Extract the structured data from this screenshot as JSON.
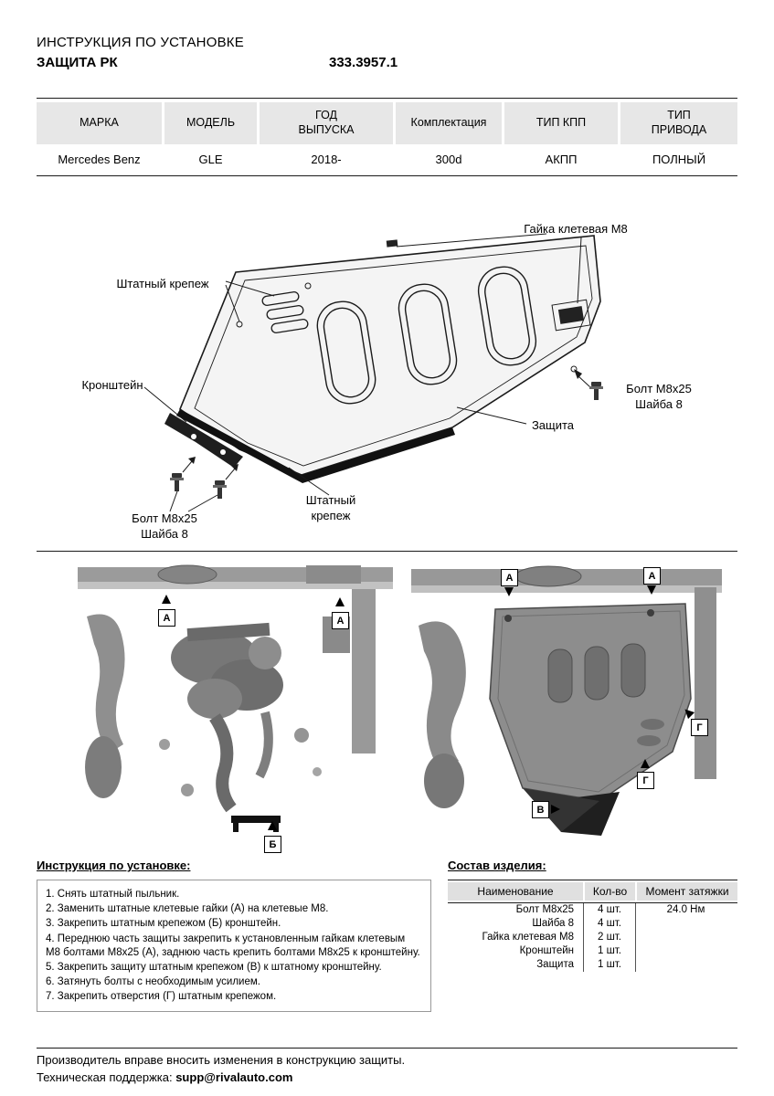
{
  "header": {
    "title": "ИНСТРУКЦИЯ ПО УСТАНОВКЕ",
    "subtitle": "ЗАЩИТА РК",
    "part_number": "333.3957.1"
  },
  "spec": {
    "headers": [
      "МАРКА",
      "МОДЕЛЬ",
      "ГОД\nВЫПУСКА",
      "Комплектация",
      "ТИП КПП",
      "ТИП\nПРИВОДА"
    ],
    "values": [
      "Mercedes Benz",
      "GLE",
      "2018-",
      "300d",
      "АКПП",
      "ПОЛНЫЙ"
    ]
  },
  "diagram": {
    "labels": {
      "cage_nut": "Гайка клетевая М8",
      "factory_mount_top": "Штатный крепеж",
      "bracket": "Кронштейн",
      "bolt_right": "Болт М8х25\nШайба 8",
      "shield": "Защита",
      "factory_mount_bottom": "Штатный\nкрепеж",
      "bolt_left": "Болт М8х25\nШайба 8"
    }
  },
  "photos": {
    "marker_letters": {
      "a": "А",
      "b": "Б",
      "v": "В",
      "g": "Г"
    }
  },
  "instructions": {
    "title": "Инструкция по установке:",
    "steps": [
      "1. Снять штатный пыльник.",
      "2. Заменить штатные клетевые гайки (А) на клетевые М8.",
      "3. Закрепить штатным крепежом (Б) кронштейн.",
      "4. Переднюю часть защиты закрепить к установленным гайкам клетевым М8 болтами М8х25 (А), заднюю часть крепить болтами М8х25 к кронштейну.",
      "5. Закрепить защиту штатным крепежом (В) к штатному кронштейну.",
      "6. Затянуть болты с необходимым усилием.",
      "7. Закрепить отверстия (Г) штатным крепежом."
    ]
  },
  "parts": {
    "title": "Состав изделия:",
    "headers": [
      "Наименование",
      "Кол-во",
      "Момент затяжки"
    ],
    "rows": [
      [
        "Болт М8х25",
        "4 шт.",
        "24.0 Нм"
      ],
      [
        "Шайба 8",
        "4 шт.",
        ""
      ],
      [
        "Гайка клетевая М8",
        "2 шт.",
        ""
      ],
      [
        "Кронштейн",
        "1 шт.",
        ""
      ],
      [
        "Защита",
        "1 шт.",
        ""
      ]
    ]
  },
  "footer": {
    "line1": "Производитель вправе вносить изменения в конструкцию защиты.",
    "support_label": "Техническая поддержка: ",
    "support_email": "supp@rivalauto.com"
  }
}
